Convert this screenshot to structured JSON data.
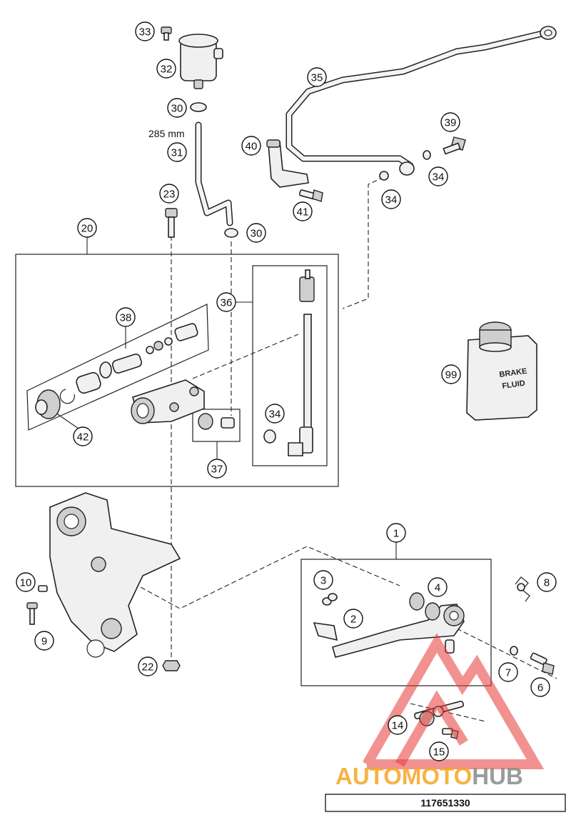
{
  "diagram": {
    "callouts": [
      {
        "id": "c33",
        "label": "33"
      },
      {
        "id": "c32",
        "label": "32"
      },
      {
        "id": "c30a",
        "label": "30"
      },
      {
        "id": "c31",
        "label": "31"
      },
      {
        "id": "c23",
        "label": "23"
      },
      {
        "id": "c30b",
        "label": "30"
      },
      {
        "id": "c20",
        "label": "20"
      },
      {
        "id": "c35",
        "label": "35"
      },
      {
        "id": "c40",
        "label": "40"
      },
      {
        "id": "c41",
        "label": "41"
      },
      {
        "id": "c39",
        "label": "39"
      },
      {
        "id": "c34a",
        "label": "34"
      },
      {
        "id": "c34b",
        "label": "34"
      },
      {
        "id": "c36",
        "label": "36"
      },
      {
        "id": "c38",
        "label": "38"
      },
      {
        "id": "c34c",
        "label": "34"
      },
      {
        "id": "c37",
        "label": "37"
      },
      {
        "id": "c42",
        "label": "42"
      },
      {
        "id": "c99",
        "label": "99"
      },
      {
        "id": "c1",
        "label": "1"
      },
      {
        "id": "c3",
        "label": "3"
      },
      {
        "id": "c4",
        "label": "4"
      },
      {
        "id": "c2",
        "label": "2"
      },
      {
        "id": "c8",
        "label": "8"
      },
      {
        "id": "c10",
        "label": "10"
      },
      {
        "id": "c9",
        "label": "9"
      },
      {
        "id": "c22",
        "label": "22"
      },
      {
        "id": "c7",
        "label": "7"
      },
      {
        "id": "c6",
        "label": "6"
      },
      {
        "id": "c14",
        "label": "14"
      },
      {
        "id": "c15",
        "label": "15"
      }
    ],
    "hose_length_label": "285 mm",
    "bottle_label_line1": "BRAKE",
    "bottle_label_line2": "FLUID"
  },
  "watermark": {
    "brand_part1": "AUTOMOTO",
    "brand_part2": "HUB",
    "accent_color": "#f5a623",
    "logo_color": "#e53935"
  },
  "footer": {
    "drawing_number": "117651330"
  }
}
